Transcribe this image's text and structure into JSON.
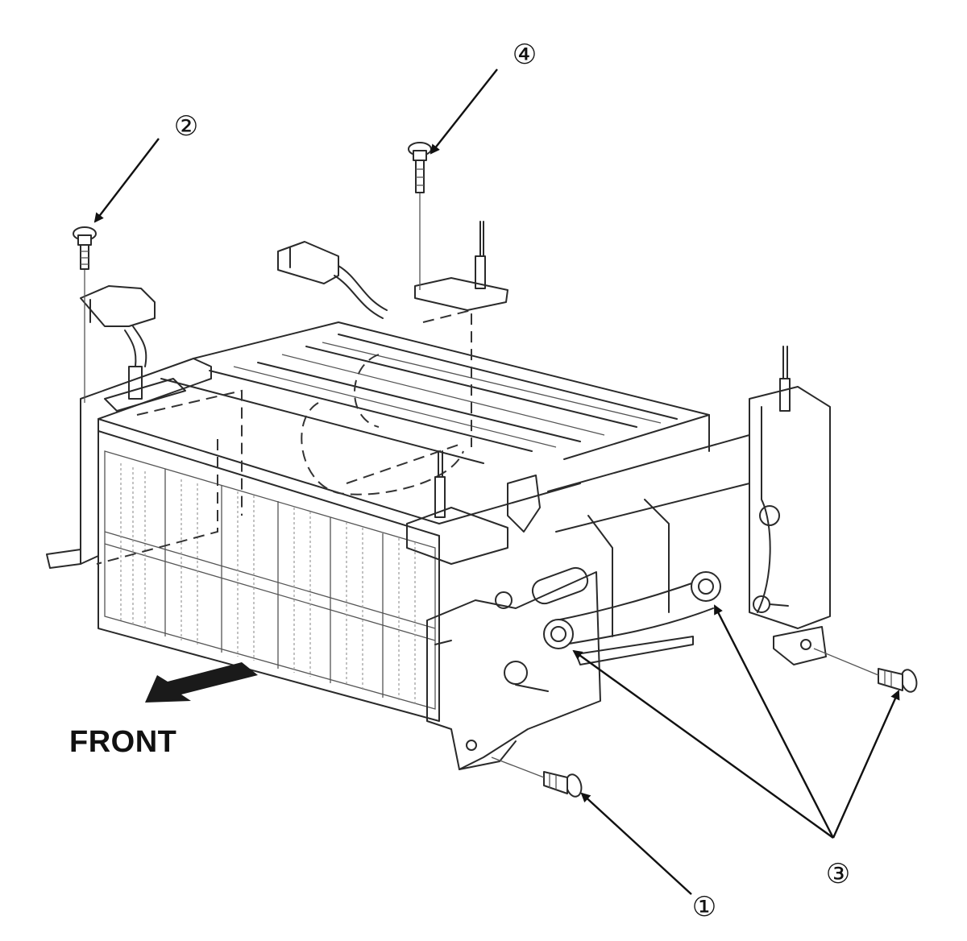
{
  "diagram": {
    "direction_label": "FRONT",
    "callouts": [
      {
        "id": "1",
        "text": "①"
      },
      {
        "id": "2",
        "text": "②"
      },
      {
        "id": "3",
        "text": "③"
      },
      {
        "id": "4",
        "text": "④"
      }
    ]
  }
}
